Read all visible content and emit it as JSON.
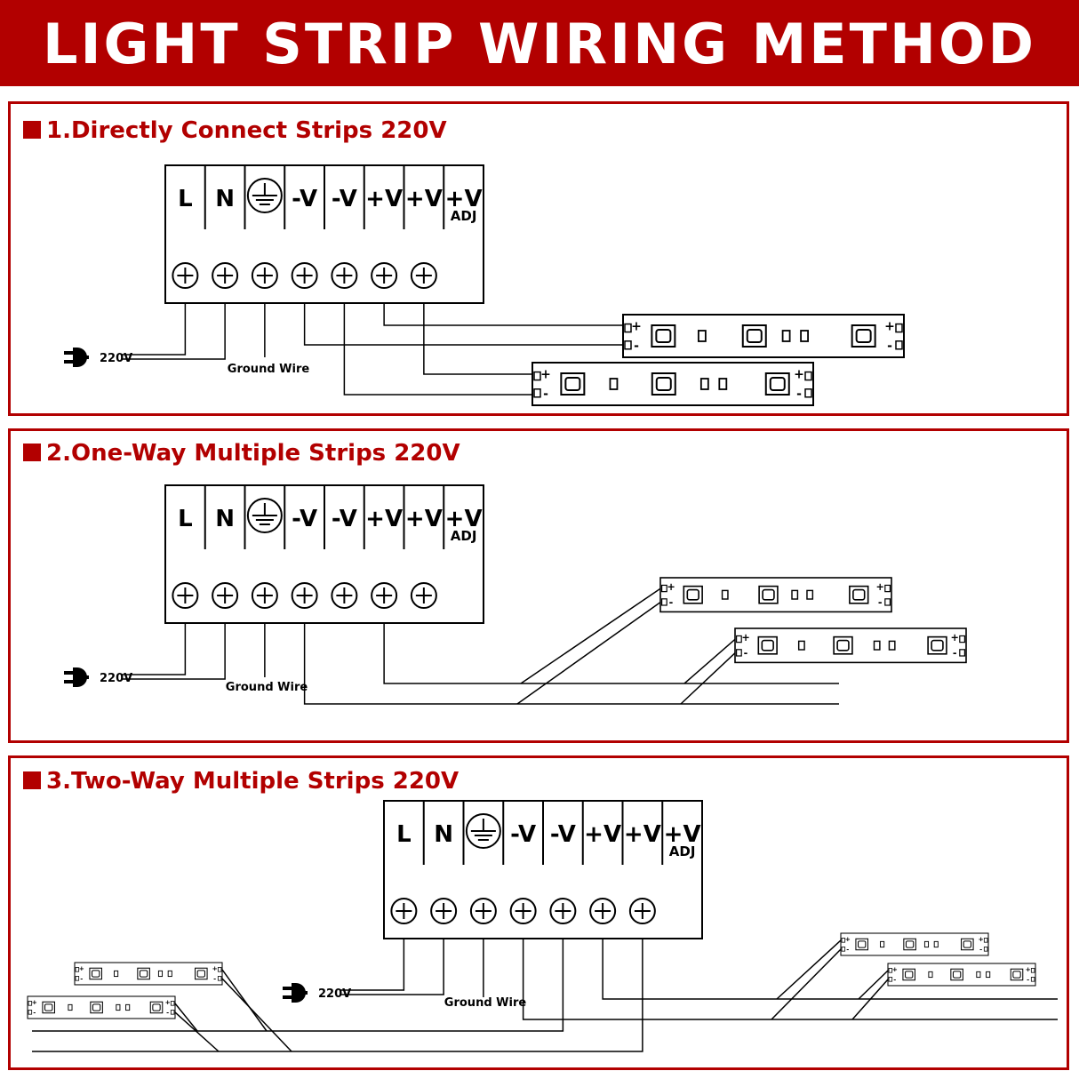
{
  "header": {
    "title": "LIGHT STRIP WIRING METHOD"
  },
  "colors": {
    "accent": "#b20000",
    "line": "#000000",
    "background": "#ffffff"
  },
  "psu": {
    "terminals": [
      "L",
      "N",
      "ground-symbol",
      "-V",
      "-V",
      "+V",
      "+V",
      "+V"
    ],
    "adj_label": "ADJ",
    "screw_count": 7
  },
  "plug": {
    "icon": "plug-icon",
    "voltage_label": "220V"
  },
  "ground_label": "Ground Wire",
  "strip": {
    "plus_label": "+",
    "minus_label": "-"
  },
  "sections": [
    {
      "number": "1.",
      "title": "Directly Connect Strips 220V"
    },
    {
      "number": "2.",
      "title": "One-Way Multiple Strips 220V"
    },
    {
      "number": "3.",
      "title": "Two-Way Multiple Strips 220V"
    }
  ]
}
